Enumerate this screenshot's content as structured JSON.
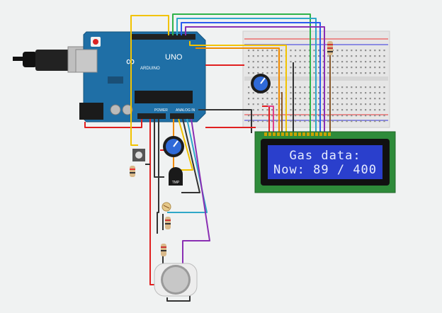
{
  "board": {
    "logo": "UNO",
    "brand": "ARDUINO",
    "section_power": "POWER",
    "section_analog": "ANALOG IN"
  },
  "lcd": {
    "line1": "Gas data:",
    "line2": "Now: 89 / 400"
  },
  "components": {
    "thermistor_label": "TMP"
  },
  "colors": {
    "board": "#1f6fa6",
    "lcd_screen": "#2a3fcc",
    "lcd_pcb": "#2e8b3a",
    "wire_red": "#e02020",
    "wire_black": "#333333",
    "wire_yellow": "#f2c300",
    "wire_orange": "#f08a00",
    "wire_green": "#2fb34a",
    "wire_blue": "#2a5cf0",
    "wire_purple": "#8a2fb3",
    "wire_teal": "#2fa8c8",
    "wire_brown": "#8a5a2b",
    "wire_pink": "#e0408a"
  }
}
